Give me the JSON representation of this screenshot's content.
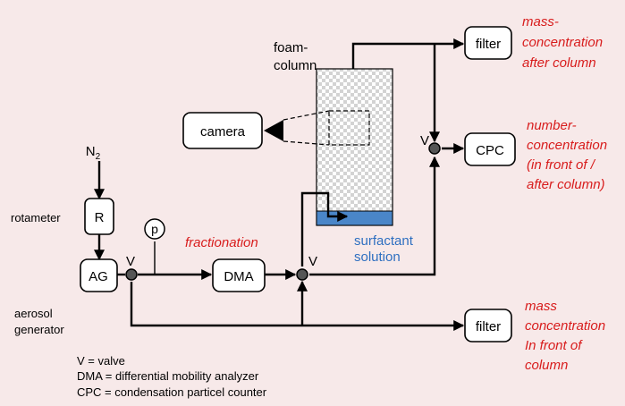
{
  "labels": {
    "foam_column_1": "foam-",
    "foam_column_2": "column",
    "camera": "camera",
    "filter_top": "filter",
    "filter_bottom": "filter",
    "cpc": "CPC",
    "dma": "DMA",
    "r": "R",
    "ag": "AG",
    "p": "p",
    "n2_base": "N",
    "n2_sub": "2",
    "valve_ag": "V",
    "valve_mid": "V",
    "valve_cpc": "V",
    "rotameter": "rotameter",
    "aerosol_1": "aerosol",
    "aerosol_2": "generator",
    "fractionation": "fractionation",
    "surfactant_1": "surfactant",
    "surfactant_2": "solution"
  },
  "annotations": {
    "mass_after_1": "mass-",
    "mass_after_2": "concentration",
    "mass_after_3": "after column",
    "number_1": "number-",
    "number_2": "concentration",
    "number_3": "(in front of /",
    "number_4": "after column)",
    "mass_front_1": "mass",
    "mass_front_2": "concentration",
    "mass_front_3": "In front of",
    "mass_front_4": "column"
  },
  "legend": {
    "line_1": "V = valve",
    "line_2": "DMA = differential mobility analyzer",
    "line_3": "CPC = condensation particel counter"
  },
  "colors": {
    "background": "#f7e9e9",
    "annotation_red": "#d81c1c",
    "surfactant_blue": "#2e6fc0",
    "solution_fill": "#4a86c8"
  }
}
